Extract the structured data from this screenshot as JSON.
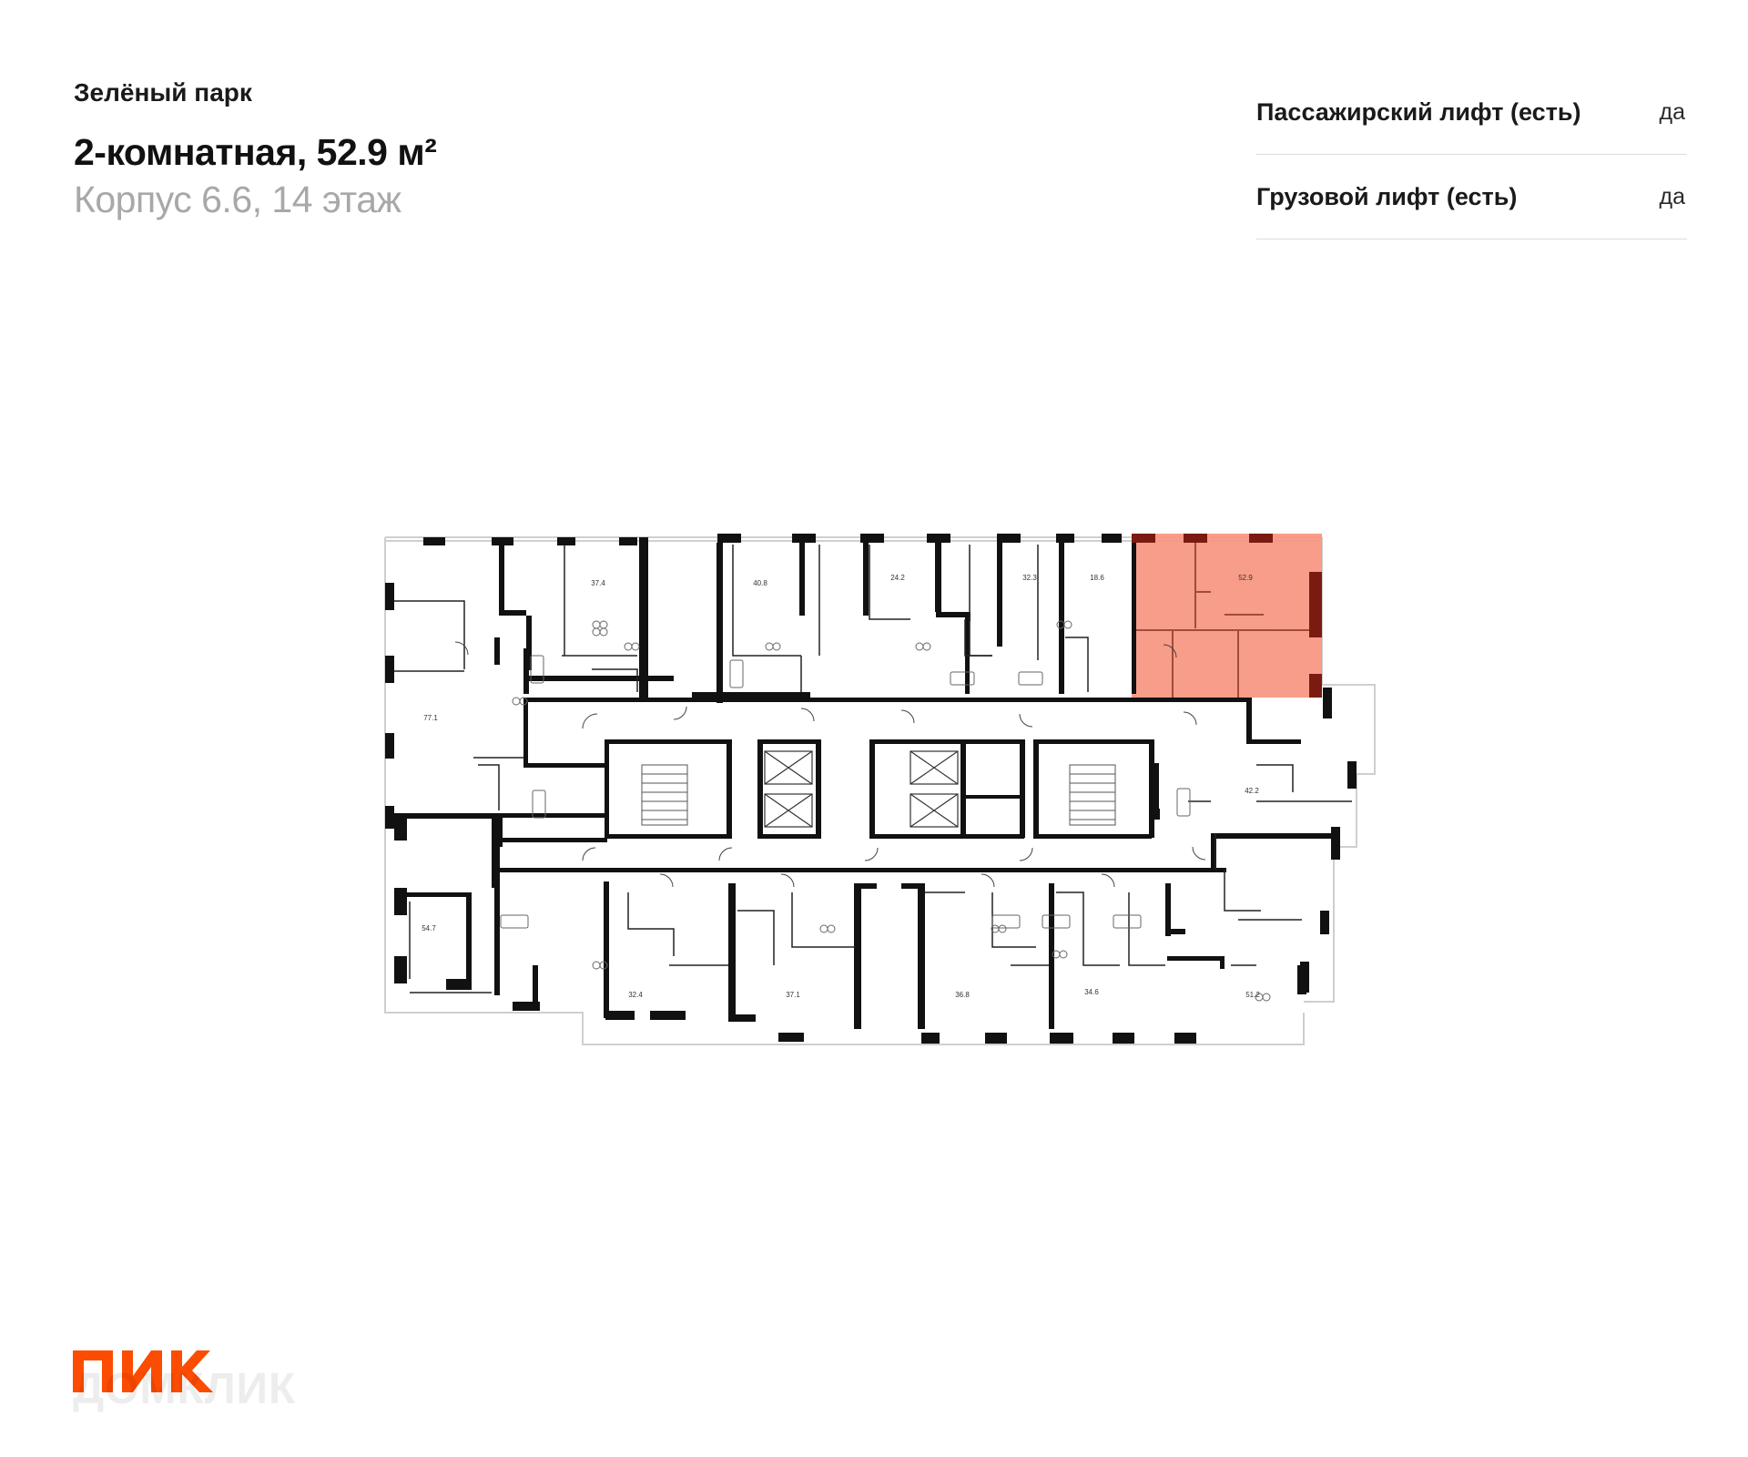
{
  "header": {
    "project_name": "Зелёный парк",
    "apartment_title": "2-комнатная, 52.9 м²",
    "building_floor": "Корпус 6.6, 14 этаж"
  },
  "features": [
    {
      "label": "Пассажирский лифт (есть)",
      "value": "да"
    },
    {
      "label": "Грузовой лифт (есть)",
      "value": "да"
    }
  ],
  "floorplan": {
    "highlight_color": "#f7927c",
    "wall_color": "#111111",
    "units": {
      "u374": "37.4",
      "u408": "40.8",
      "u242": "24.2",
      "u323": "32.3",
      "u186": "18.6",
      "u529": "52.9",
      "u771": "77.1",
      "u422": "42.2",
      "u547": "54.7",
      "u324": "32.4",
      "u371": "37.1",
      "u368": "36.8",
      "u346": "34.6",
      "u512": "51.2"
    }
  },
  "branding": {
    "logo": "ПИК",
    "logo_color": "#fc4c02",
    "watermark": "ДОМКЛИК"
  }
}
